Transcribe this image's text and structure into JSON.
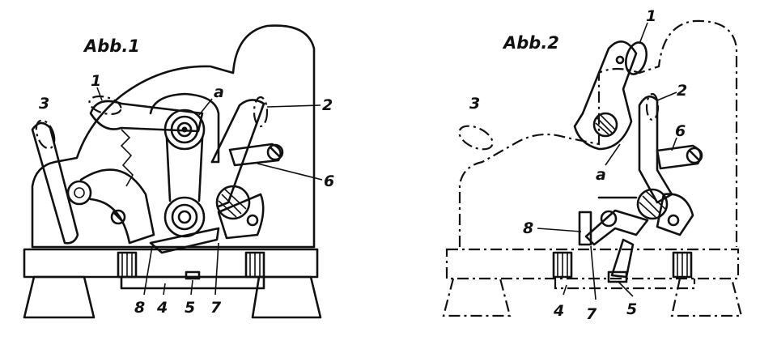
{
  "figures": [
    {
      "title": "Abb.1",
      "labels": [
        "1",
        "a",
        "2",
        "3",
        "6",
        "8",
        "4",
        "5",
        "7"
      ]
    },
    {
      "title": "Abb.2",
      "labels": [
        "1",
        "2",
        "3",
        "6",
        "a",
        "8",
        "4",
        "7",
        "5"
      ]
    }
  ]
}
